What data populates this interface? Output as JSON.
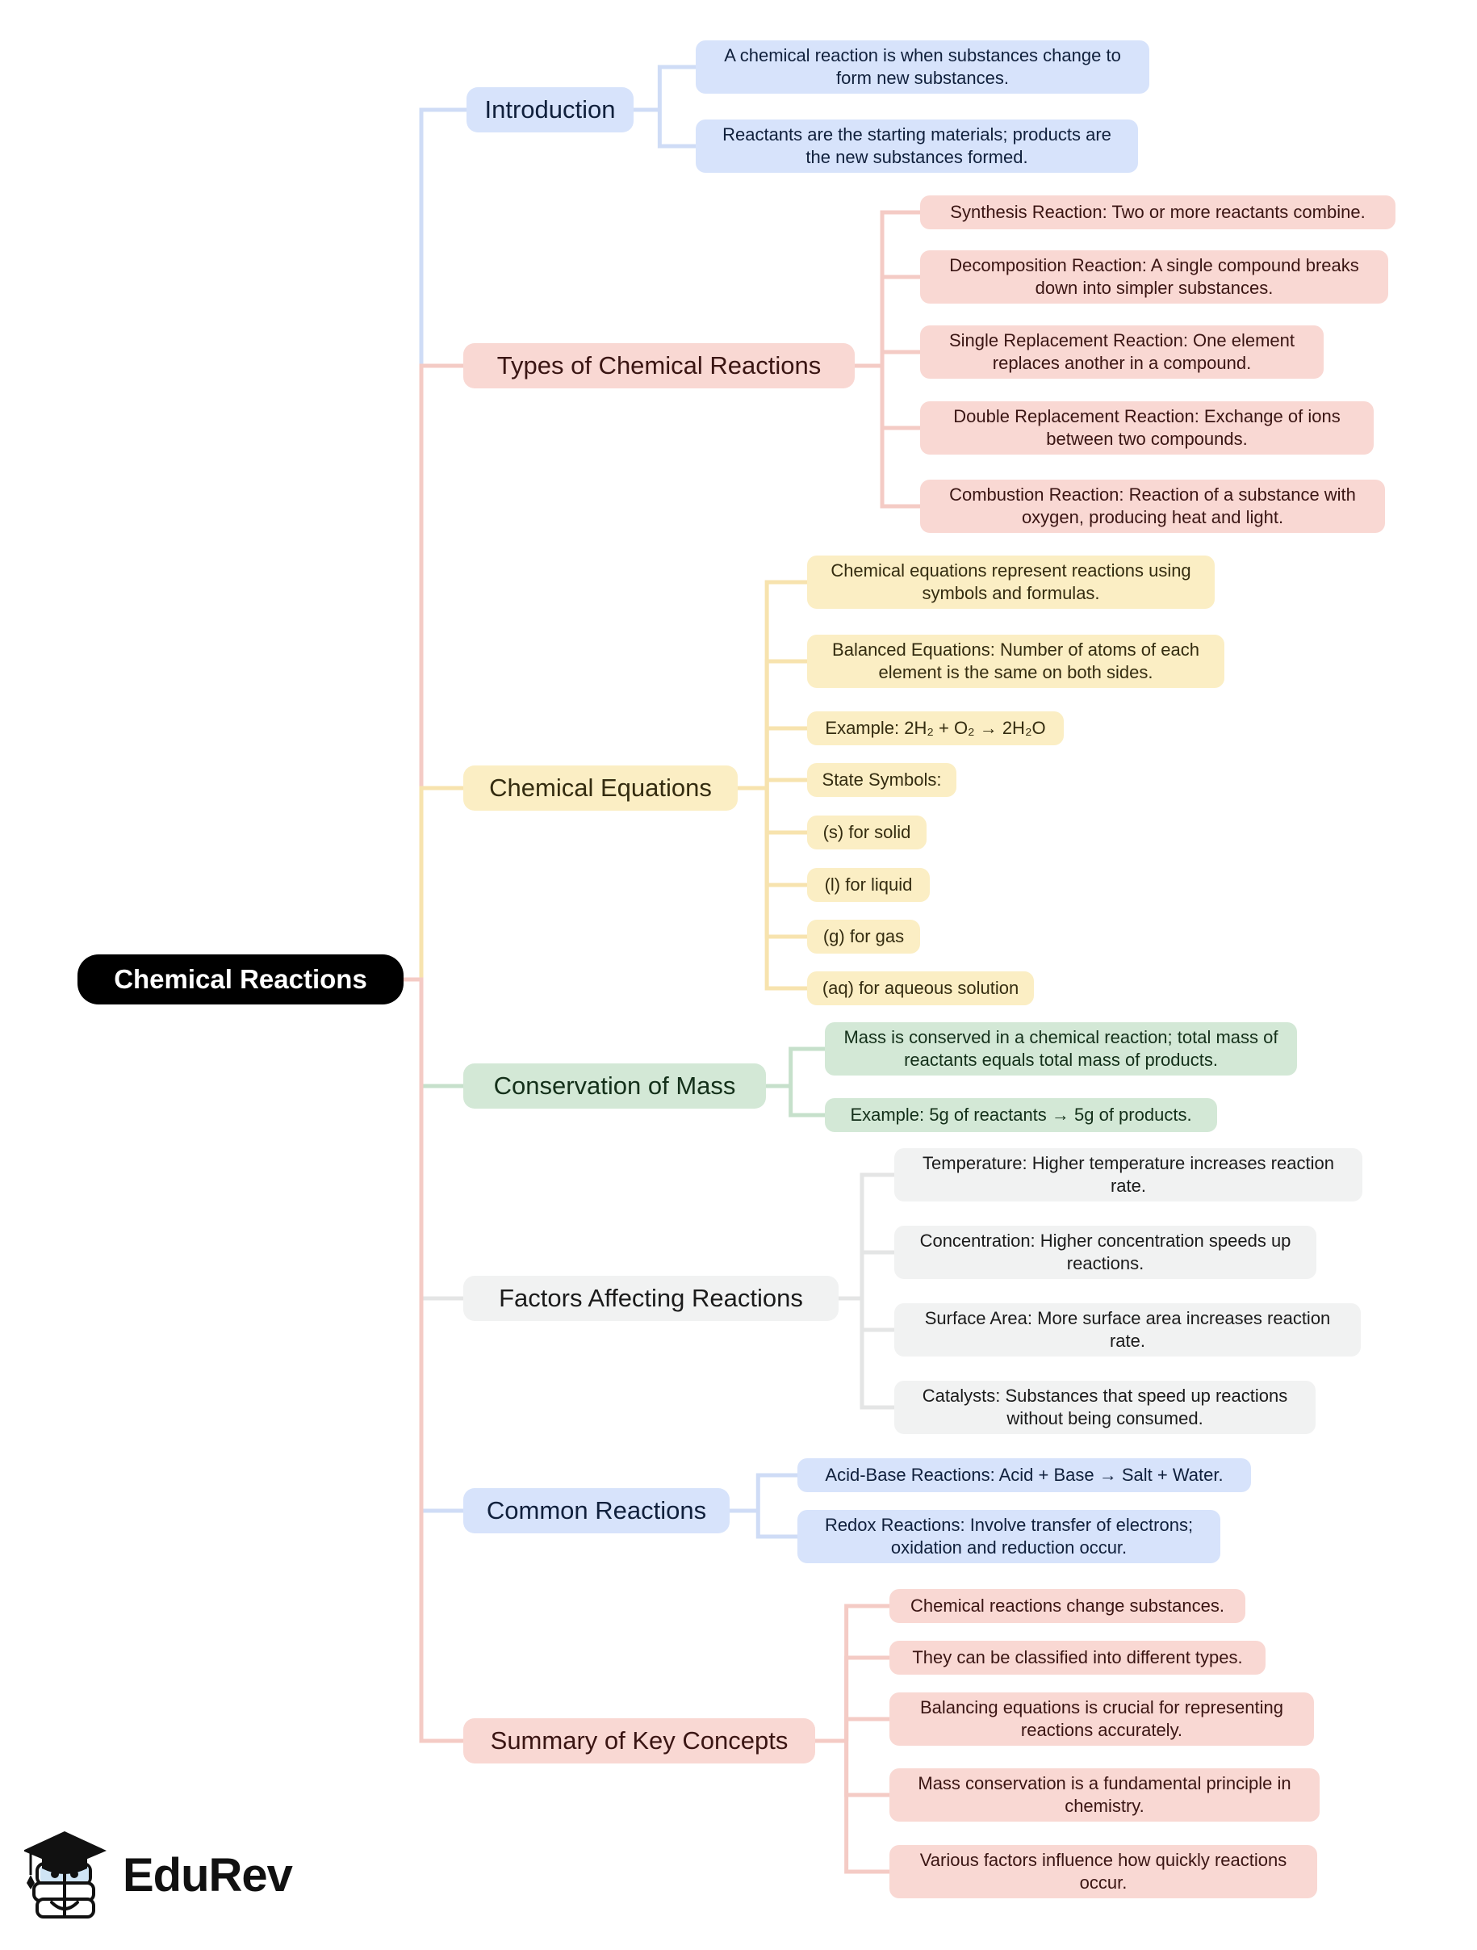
{
  "root": {
    "label": "Chemical Reactions"
  },
  "branding": {
    "name": "EduRev",
    "mark": "graduation-cap-books-icon"
  },
  "colors": {
    "root_bg": "#000000",
    "root_fg": "#ffffff",
    "blue": "#d7e3fb",
    "pink": "#f9d8d3",
    "yellow": "#fbeec4",
    "green": "#d3e8d6",
    "gray": "#f1f2f2",
    "wire_blue": "#cfdcf6",
    "wire_pink": "#f4cbc5",
    "wire_yellow": "#f7e3ae",
    "wire_green": "#c6e0cb",
    "wire_gray": "#e4e5e5"
  },
  "branches": [
    {
      "label": "Introduction",
      "color": "blue",
      "children": [
        {
          "text": "A chemical reaction is when substances change to form new substances."
        },
        {
          "text": "Reactants are the starting materials; products are the new substances formed."
        }
      ]
    },
    {
      "label": "Types of Chemical Reactions",
      "color": "pink",
      "children": [
        {
          "text": "Synthesis Reaction: Two or more reactants combine."
        },
        {
          "text": "Decomposition Reaction: A single compound breaks down into simpler substances."
        },
        {
          "text": "Single Replacement Reaction: One element replaces another in a compound."
        },
        {
          "text": "Double Replacement Reaction: Exchange of ions between two compounds."
        },
        {
          "text": "Combustion Reaction: Reaction of a substance with oxygen, producing heat and light."
        }
      ]
    },
    {
      "label": "Chemical Equations",
      "color": "yellow",
      "children": [
        {
          "text": "Chemical equations represent reactions using symbols and formulas."
        },
        {
          "text": "Balanced Equations: Number of atoms of each element is the same on both sides."
        },
        {
          "text": "Example: 2H₂ + O₂  →  2H₂O"
        },
        {
          "text": "State Symbols:"
        },
        {
          "text": "(s) for solid"
        },
        {
          "text": "(l) for liquid"
        },
        {
          "text": "(g) for gas"
        },
        {
          "text": "(aq) for aqueous solution"
        }
      ]
    },
    {
      "label": "Conservation of Mass",
      "color": "green",
      "children": [
        {
          "text": "Mass is conserved in a chemical reaction; total mass of reactants equals total mass of products."
        },
        {
          "text": "Example: 5g of reactants  →  5g of products."
        }
      ]
    },
    {
      "label": "Factors Affecting Reactions",
      "color": "gray",
      "children": [
        {
          "text": "Temperature: Higher temperature increases reaction rate."
        },
        {
          "text": "Concentration: Higher concentration speeds up reactions."
        },
        {
          "text": "Surface Area: More surface area increases reaction rate."
        },
        {
          "text": "Catalysts: Substances that speed up reactions without being consumed."
        }
      ]
    },
    {
      "label": "Common Reactions",
      "color": "blue",
      "children": [
        {
          "text": "Acid-Base Reactions: Acid + Base  →  Salt + Water."
        },
        {
          "text": "Redox Reactions: Involve transfer of electrons; oxidation and reduction occur."
        }
      ]
    },
    {
      "label": "Summary of Key Concepts",
      "color": "pink",
      "children": [
        {
          "text": "Chemical reactions change substances."
        },
        {
          "text": "They can be classified into different types."
        },
        {
          "text": "Balancing equations is crucial for representing reactions accurately."
        },
        {
          "text": "Mass conservation is a fundamental principle in chemistry."
        },
        {
          "text": "Various factors influence how quickly reactions occur."
        }
      ]
    }
  ]
}
